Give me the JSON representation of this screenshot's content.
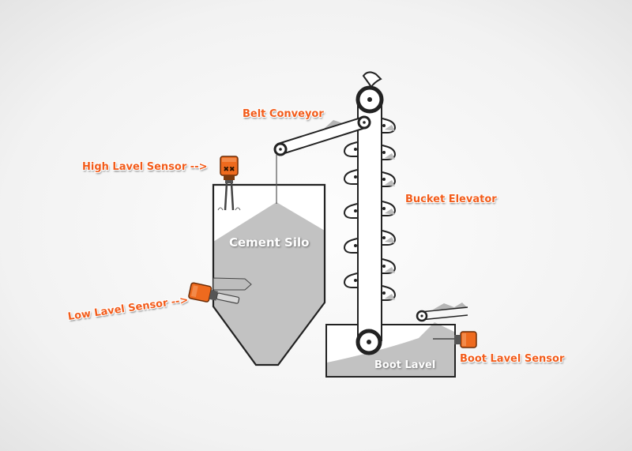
{
  "labels": {
    "belt_conveyor": "Belt Conveyor",
    "high_level_sensor": "High Lavel Sensor -->",
    "bucket_elevator": "Bucket Elevator",
    "cement_silo": "Cement Silo",
    "low_level_sensor": "Low Lavel Sensor -->",
    "boot_level": "Boot Lavel",
    "boot_level_sensor": "Boot Lavel Sensor"
  },
  "colors": {
    "label": "#f25c1b",
    "sensor": "#ee6a1e",
    "outline": "#222222",
    "fill": "#bfbfbf"
  }
}
